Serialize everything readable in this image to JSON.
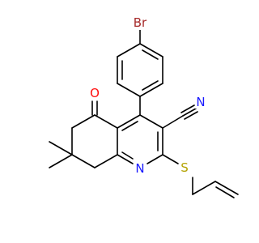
{
  "molecule": {
    "atoms": {
      "bromine": {
        "label": "Br",
        "color": "#a62929"
      },
      "oxygen": {
        "label": "O",
        "color": "#ff0d0d"
      },
      "nitrile_n": {
        "label": "N",
        "color": "#1a1aff"
      },
      "ring_n": {
        "label": "N",
        "color": "#1a1aff"
      },
      "sulfur": {
        "label": "S",
        "color": "#b3a200"
      }
    }
  }
}
